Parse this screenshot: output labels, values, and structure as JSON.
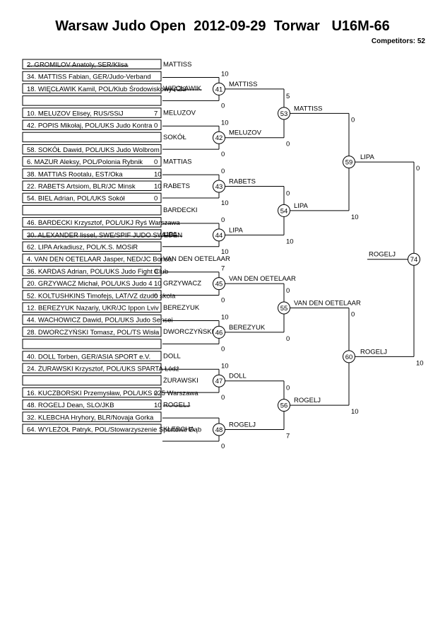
{
  "header": {
    "title": "Warsaw Judo Open  2012-09-29  Torwar   U16M-66",
    "competitors": "Competitors: 52"
  },
  "entries": [
    {
      "text": "2. GROMILOV Anatoly, SER/Klisa",
      "struck": true,
      "score": ""
    },
    {
      "text": "34. MATTISS Fabian, GER/Judo-Verband",
      "struck": false,
      "score": ""
    },
    {
      "text": "18. WIĘCŁAWIK Kamil, POL/Klub Środowiskowy AZS",
      "struck": false,
      "score": ""
    },
    {
      "text": "",
      "struck": false,
      "score": ""
    },
    {
      "text": "10. MELUZOV Elisey, RUS/SSiJ",
      "struck": false,
      "score": "7"
    },
    {
      "text": "42. POPIS Mikołaj, POL/UKS Judo Kontra",
      "struck": false,
      "score": "0"
    },
    {
      "text": "",
      "struck": false,
      "score": ""
    },
    {
      "text": "58. SOKÓŁ Dawid, POL/UKS Judo Wolbrom",
      "struck": false,
      "score": ""
    },
    {
      "text": "6. MAZUR Aleksy, POL/Polonia Rybnik",
      "struck": false,
      "score": "0"
    },
    {
      "text": "38. MATTIAS Rootalu, EST/Oka",
      "struck": false,
      "score": "10"
    },
    {
      "text": "22. RABETS Artsiom, BLR/JC Minsk",
      "struck": false,
      "score": "10"
    },
    {
      "text": "54. BIEL Adrian, POL/UKS Sokół",
      "struck": false,
      "score": "0"
    },
    {
      "text": "",
      "struck": false,
      "score": ""
    },
    {
      "text": "46. BARDECKI Krzysztof, POL/UKJ Ryś Warszawa",
      "struck": false,
      "score": ""
    },
    {
      "text": "30. ALEXANDER lissel, SWE/SPIF JUDO SWEDEN",
      "struck": true,
      "score": ""
    },
    {
      "text": "62. LIPA Arkadiusz, POL/K.S. MOSiR",
      "struck": false,
      "score": ""
    },
    {
      "text": "4. VAN DEN OETELAAR Jasper, NED/JC Bonsai",
      "struck": false,
      "score": ""
    },
    {
      "text": "36. KARDAS Adrian, POL/UKS Judo Fight Club",
      "struck": false,
      "score": "0"
    },
    {
      "text": "20. GRZYWACZ Michał, POL/UKS Judo 4",
      "struck": false,
      "score": "10"
    },
    {
      "text": "52. KOLTUSHKINS Timofejs, LAT/VZ dzudo skola",
      "struck": false,
      "score": "0"
    },
    {
      "text": "12. BEREZYUK Nazariy, UKR/JC Ippon Lviv",
      "struck": false,
      "score": ""
    },
    {
      "text": "44. WACHOWICZ Dawid, POL/UKS Judo Sensei",
      "struck": false,
      "score": ""
    },
    {
      "text": "28. DWORCZYŃSKI Tomasz, POL/TS Wisła",
      "struck": false,
      "score": ""
    },
    {
      "text": "",
      "struck": false,
      "score": ""
    },
    {
      "text": "40. DOLL Torben, GER/ASIA SPORT e.V.",
      "struck": false,
      "score": ""
    },
    {
      "text": "24. ŻURAWSKI Krzysztof, POL/UKS SPARTA Łódź",
      "struck": false,
      "score": ""
    },
    {
      "text": "",
      "struck": false,
      "score": ""
    },
    {
      "text": "16. KUCZBORSKI Przemysław, POL/UKS 225 Warszawa",
      "struck": false,
      "score": "0"
    },
    {
      "text": "48. ROGELJ Dean, SLO/JKB",
      "struck": false,
      "score": "10"
    },
    {
      "text": "32. KLEBCHA Hryhory, BLR/Novaja Gorka",
      "struck": false,
      "score": ""
    },
    {
      "text": "64. WYLEŻOŁ Patryk, POL/Stowarzyszenie Sportowe Dąb",
      "struck": false,
      "score": ""
    }
  ],
  "round1_winners": [
    {
      "text": "MATTISS",
      "struck": false
    },
    {
      "text": "WIĘCŁAWIK",
      "struck": true
    },
    {
      "text": "MELUZOV",
      "struck": false
    },
    {
      "text": "SOKÓŁ",
      "struck": false
    },
    {
      "text": "MATTIAS",
      "struck": false
    },
    {
      "text": "RABETS",
      "struck": false
    },
    {
      "text": "BARDECKI",
      "struck": false
    },
    {
      "text": "LIPA",
      "struck": true
    },
    {
      "text": "VAN DEN OETELAAR",
      "struck": false
    },
    {
      "text": "GRZYWACZ",
      "struck": false
    },
    {
      "text": "BEREZYUK",
      "struck": false
    },
    {
      "text": "DWORCZYŃSKI",
      "struck": false
    },
    {
      "text": "DOLL",
      "struck": false
    },
    {
      "text": "ŻURAWSKI",
      "struck": false
    },
    {
      "text": "ROGELJ",
      "struck": true
    },
    {
      "text": "KLEBCHA",
      "struck": false
    }
  ],
  "round2": [
    {
      "match": "41",
      "winner": "MATTISS",
      "top": "10",
      "bottom": "0"
    },
    {
      "match": "42",
      "winner": "MELUZOV",
      "top": "10",
      "bottom": "0"
    },
    {
      "match": "43",
      "winner": "RABETS",
      "top": "0",
      "bottom": "10"
    },
    {
      "match": "44",
      "winner": "LIPA",
      "top": "0",
      "bottom": "10"
    },
    {
      "match": "45",
      "winner": "VAN DEN OETELAAR",
      "top": "7",
      "bottom": "0"
    },
    {
      "match": "46",
      "winner": "BEREZYUK",
      "top": "10",
      "bottom": "0"
    },
    {
      "match": "47",
      "winner": "DOLL",
      "top": "10",
      "bottom": "0"
    },
    {
      "match": "48",
      "winner": "ROGELJ",
      "top": "",
      "bottom": "0"
    }
  ],
  "round3": [
    {
      "match": "53",
      "winner": "MATTISS",
      "top": "5",
      "bottom": "0"
    },
    {
      "match": "54",
      "winner": "LIPA",
      "top": "0",
      "bottom": "10"
    },
    {
      "match": "55",
      "winner": "VAN DEN OETELAAR",
      "top": "0",
      "bottom": "0"
    },
    {
      "match": "56",
      "winner": "ROGELJ",
      "top": "0",
      "bottom": "7"
    }
  ],
  "round4": [
    {
      "match": "59",
      "winner": "LIPA",
      "top": "0",
      "bottom": "10"
    },
    {
      "match": "60",
      "winner": "ROGELJ",
      "top": "0",
      "bottom": "10"
    }
  ],
  "final": {
    "match": "74",
    "winner": "ROGELJ",
    "top": "0",
    "bottom": "10"
  }
}
